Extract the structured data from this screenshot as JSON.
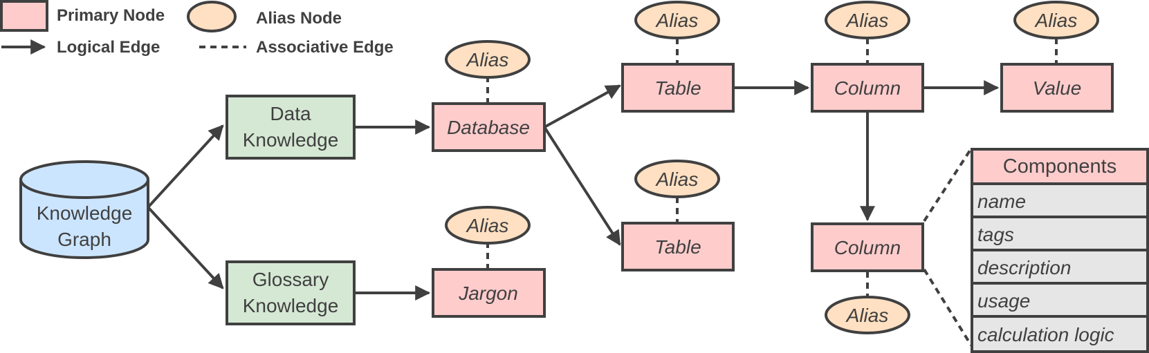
{
  "legend": {
    "primary_node": "Primary Node",
    "alias_node": "Alias Node",
    "logical_edge": "Logical Edge",
    "associative_edge": "Associative Edge"
  },
  "nodes": {
    "knowledge_graph": [
      "Knowledge",
      "Graph"
    ],
    "data_knowledge": [
      "Data",
      "Knowledge"
    ],
    "glossary_knowledge": [
      "Glossary",
      "Knowledge"
    ],
    "database": "Database",
    "jargon": "Jargon",
    "table_top": "Table",
    "table_bottom": "Table",
    "column_top": "Column",
    "column_bottom": "Column",
    "value": "Value",
    "alias": "Alias"
  },
  "components": {
    "header": "Components",
    "items": [
      "name",
      "tags",
      "description",
      "usage",
      "calculation logic"
    ]
  },
  "colors": {
    "primary_fill": "#ffcccc",
    "alias_fill": "#ffe0c2",
    "knowledge_fill": "#d5e8d4",
    "graph_fill": "#cce5ff",
    "component_item_fill": "#e6e6e6",
    "stroke": "#404040"
  }
}
